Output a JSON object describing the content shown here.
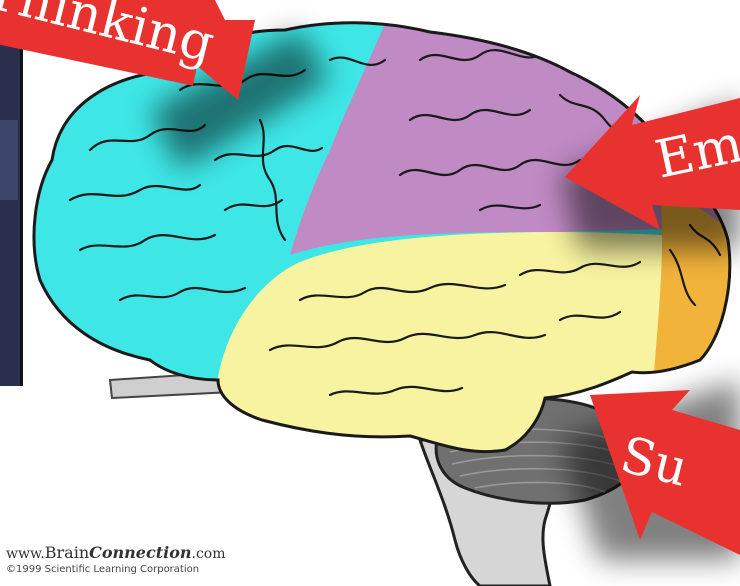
{
  "callouts": [
    {
      "id": "thinking",
      "text": "Thinking",
      "color": "#e8322f"
    },
    {
      "id": "emotion",
      "text": "Em",
      "color": "#e8322f"
    },
    {
      "id": "survival",
      "text": "Su",
      "color": "#e8322f"
    }
  ],
  "credit": {
    "url_prefix": "www.",
    "url_brand": "Brain",
    "url_brand_italic": "Connection",
    "url_suffix": ".com",
    "copyright": "©1999 Scientific Learning Corporation"
  },
  "colors": {
    "frontal": "#3ee6e6",
    "parietal": "#c08ac4",
    "temporal": "#f8f3a0",
    "occipital": "#f2b33a",
    "cerebellum": "#707070",
    "brainstem": "#d6d6d6",
    "arrow": "#e8322f",
    "photo": "#2b2f4e"
  }
}
